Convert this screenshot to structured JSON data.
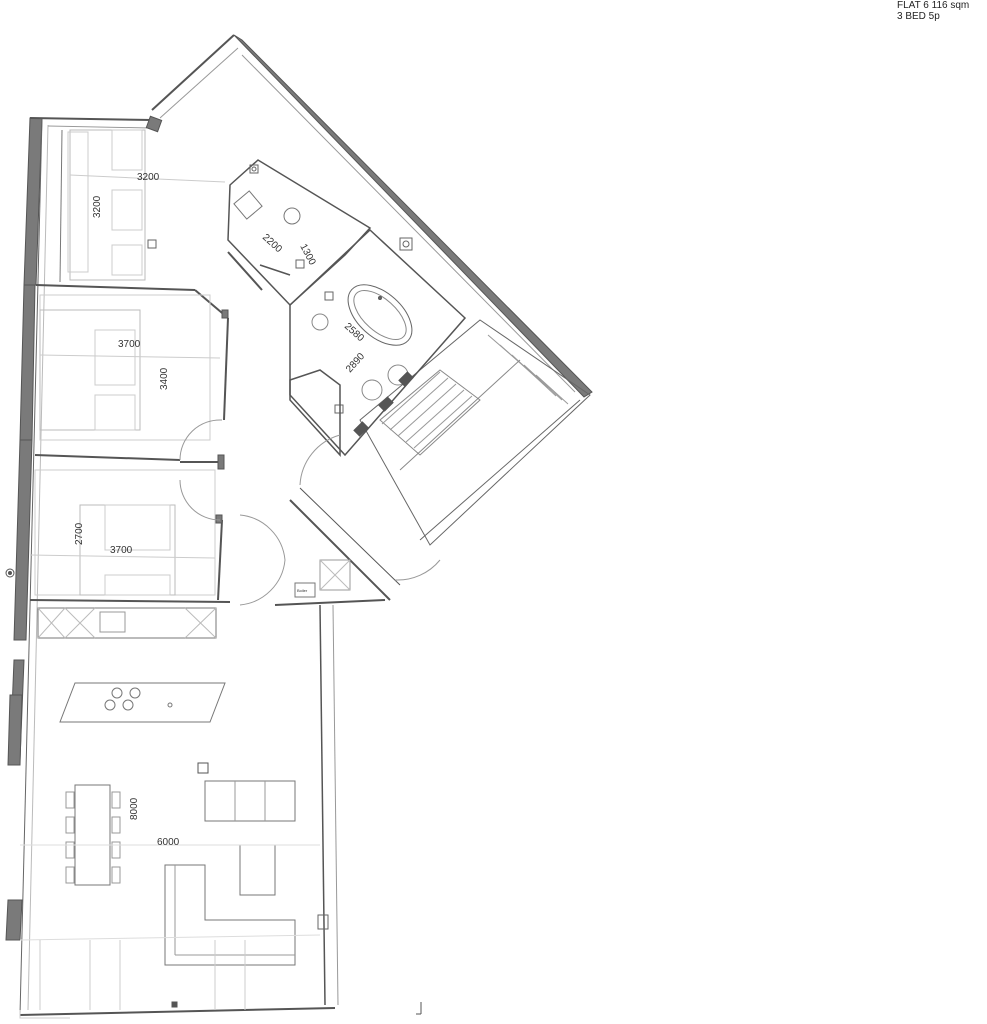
{
  "title": {
    "line1": "FLAT 6  116 sqm",
    "line2": "3 BED 5p"
  },
  "dimensions": {
    "bed1_width": "3200",
    "bed1_depth": "3200",
    "bed2_width": "3700",
    "bed2_depth": "3400",
    "bed3_depth": "2700",
    "bed3_width": "3700",
    "ensuite_a": "2200",
    "ensuite_b": "1300",
    "bath_a": "2580",
    "bath_b": "2890",
    "living_depth": "8000",
    "living_width": "6000"
  },
  "labels": {
    "boiler": "Boiler"
  }
}
